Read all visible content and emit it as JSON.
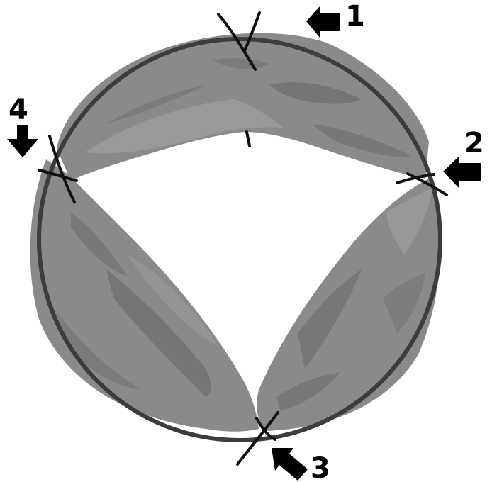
{
  "diagram": {
    "colors": {
      "fabric": "#8a8a8c",
      "fabric_dark": "#6c6c6e",
      "fabric_light": "#a5a5a7",
      "hoop": "#3c3c3e",
      "ties": "#111111",
      "arrows": "#000000",
      "background": "#ffffff"
    },
    "labels": {
      "label_1": "1",
      "label_2": "2",
      "label_3": "3",
      "label_4": "4"
    },
    "icons": [
      "arrow-1-icon",
      "arrow-2-icon",
      "arrow-3-icon",
      "arrow-4-icon"
    ]
  }
}
